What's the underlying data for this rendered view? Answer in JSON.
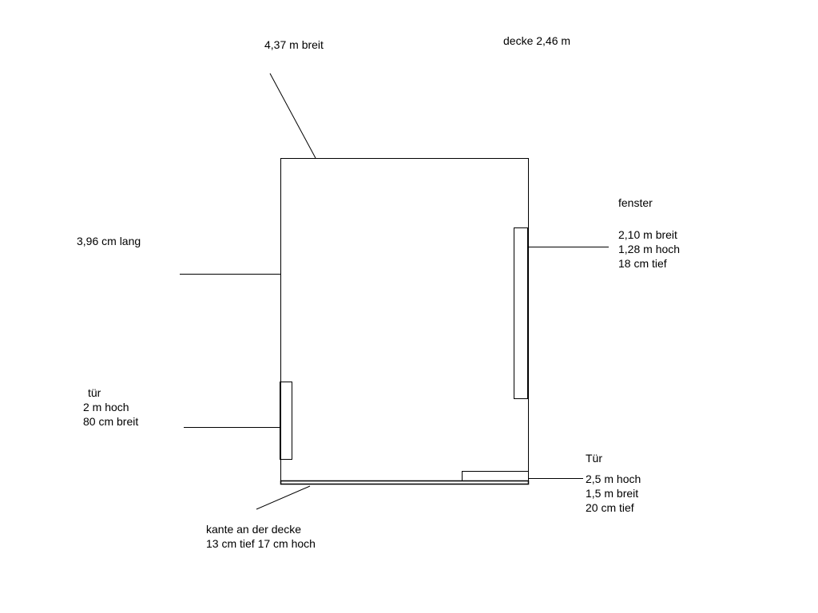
{
  "labels": {
    "room_width": "4,37 m breit",
    "ceiling_height": "decke 2,46 m",
    "room_length": "3,96 cm lang",
    "window": {
      "title": "fenster",
      "width": "2,10 m breit",
      "height": "1,28 m hoch",
      "depth": "18 cm tief"
    },
    "door_left": {
      "title": "tür",
      "height": "2 m hoch",
      "width": "80 cm breit"
    },
    "door_bottom": {
      "title": "Tür",
      "height": "2,5 m hoch",
      "width": "1,5 m breit",
      "depth": "20 cm tief"
    },
    "ceiling_edge": {
      "line1": "kante an der decke",
      "line2": "13 cm tief 17 cm hoch"
    }
  }
}
